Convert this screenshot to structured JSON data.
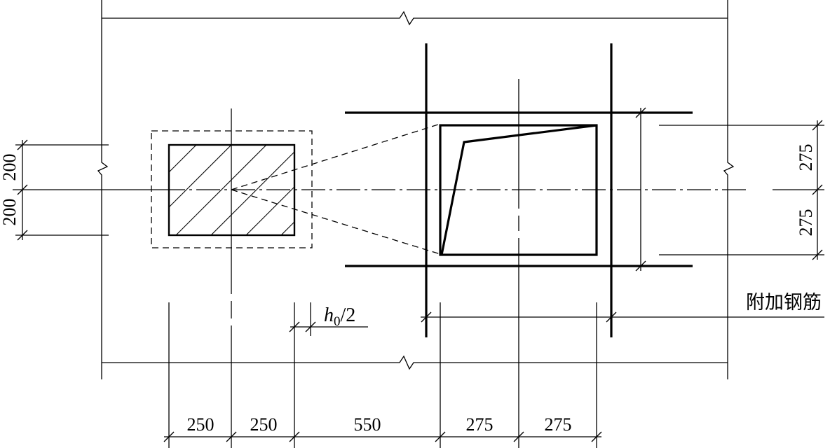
{
  "dimensions": {
    "bottom": [
      "250",
      "250",
      "550",
      "275",
      "275"
    ],
    "left": [
      "200",
      "200"
    ],
    "right": [
      "275",
      "275"
    ]
  },
  "annotations": {
    "offset_label_var": "h",
    "offset_label_sub": "0",
    "offset_label_rest": "/2",
    "rebar_label": "附加钢筋"
  }
}
